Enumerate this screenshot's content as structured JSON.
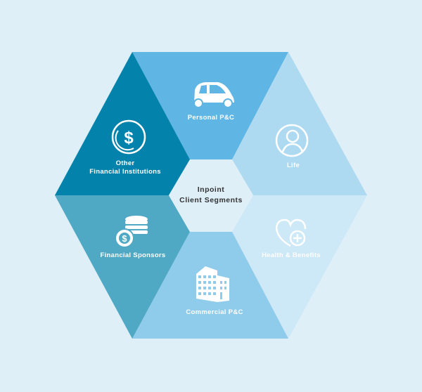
{
  "center": {
    "line1": "Inpoint",
    "line2": "Client Segments"
  },
  "segments": [
    {
      "label": "Personal P&C",
      "icon": "car-icon",
      "color": "#5fb5e3"
    },
    {
      "label": "Life",
      "icon": "person-icon",
      "color": "#aedaf1"
    },
    {
      "label": "Health & Benefits",
      "icon": "heart-plus-icon",
      "color": "#cde8f6"
    },
    {
      "label": "Commercial P&C",
      "icon": "building-icon",
      "color": "#8fcbeb"
    },
    {
      "label": "Financial Sponsors",
      "icon": "coins-icon",
      "color": "#4fa8c4"
    },
    {
      "label_line1": "Other",
      "label_line2": "Financial Institutions",
      "icon": "dollar-icon",
      "color": "#0383ab"
    }
  ]
}
